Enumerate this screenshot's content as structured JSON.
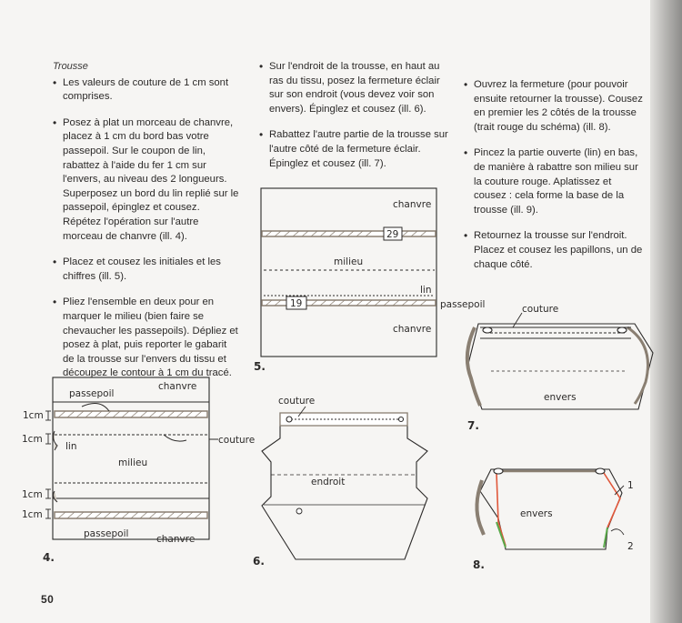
{
  "title": "Trousse",
  "col1": [
    "Les valeurs de couture de 1 cm sont comprises.",
    "Posez à plat un morceau de chanvre, placez à 1 cm du bord bas votre passepoil. Sur le coupon de lin, rabattez à l'aide du fer 1 cm sur l'envers, au niveau des 2 longueurs. Superposez un bord du lin replié sur le passepoil, épinglez et cousez. Répétez l'opération sur l'autre morceau de chanvre (ill. 4).",
    "Placez et cousez les initiales et les chiffres (ill. 5).",
    "Pliez l'ensemble en deux pour en marquer le milieu (bien faire se chevaucher les passepoils). Dépliez et posez à plat, puis reporter le gabarit de la trousse sur l'envers du tissu et découpez le contour à 1 cm du tracé."
  ],
  "col2": [
    "Sur l'endroit de la trousse, en haut au ras du tissu, posez la fermeture éclair sur son endroit (vous devez voir son envers). Épinglez et cousez (ill. 6).",
    "Rabattez l'autre partie de la trousse sur l'autre côté de la fermeture éclair. Épinglez et cousez (ill. 7)."
  ],
  "col3": [
    "Ouvrez la fermeture (pour pouvoir ensuite retourner la trousse). Cousez en premier les 2 côtés de la trousse (trait rouge du schéma) (ill. 8).",
    "Pincez la partie ouverte (lin) en bas, de manière à rabattre son milieu sur la couture rouge. Aplatissez et cousez : cela forme la base de la trousse (ill. 9).",
    "Retournez la trousse sur l'endroit. Placez et cousez les papillons, un de chaque côté."
  ],
  "fig4": {
    "num": "4.",
    "passepoil": "passepoil",
    "chanvre": "chanvre",
    "one_cm": "1cm",
    "lin": "lin",
    "milieu": "milieu",
    "couture": "couture"
  },
  "fig5": {
    "num": "5.",
    "chanvre": "chanvre",
    "milieu": "milieu",
    "lin": "lin",
    "passepoil": "passepoil",
    "tag_a": "29",
    "tag_b": "19"
  },
  "fig6": {
    "num": "6.",
    "couture": "couture",
    "endroit": "endroit"
  },
  "fig7": {
    "num": "7.",
    "couture": "couture",
    "envers": "envers"
  },
  "fig8": {
    "num": "8.",
    "envers": "envers",
    "one": "1",
    "two": "2"
  },
  "page_number": "50",
  "colors": {
    "red_seam": "#e0573a",
    "green_seam": "#5aa84a",
    "ink": "#2c2a29",
    "piping": "#8a7f72"
  }
}
